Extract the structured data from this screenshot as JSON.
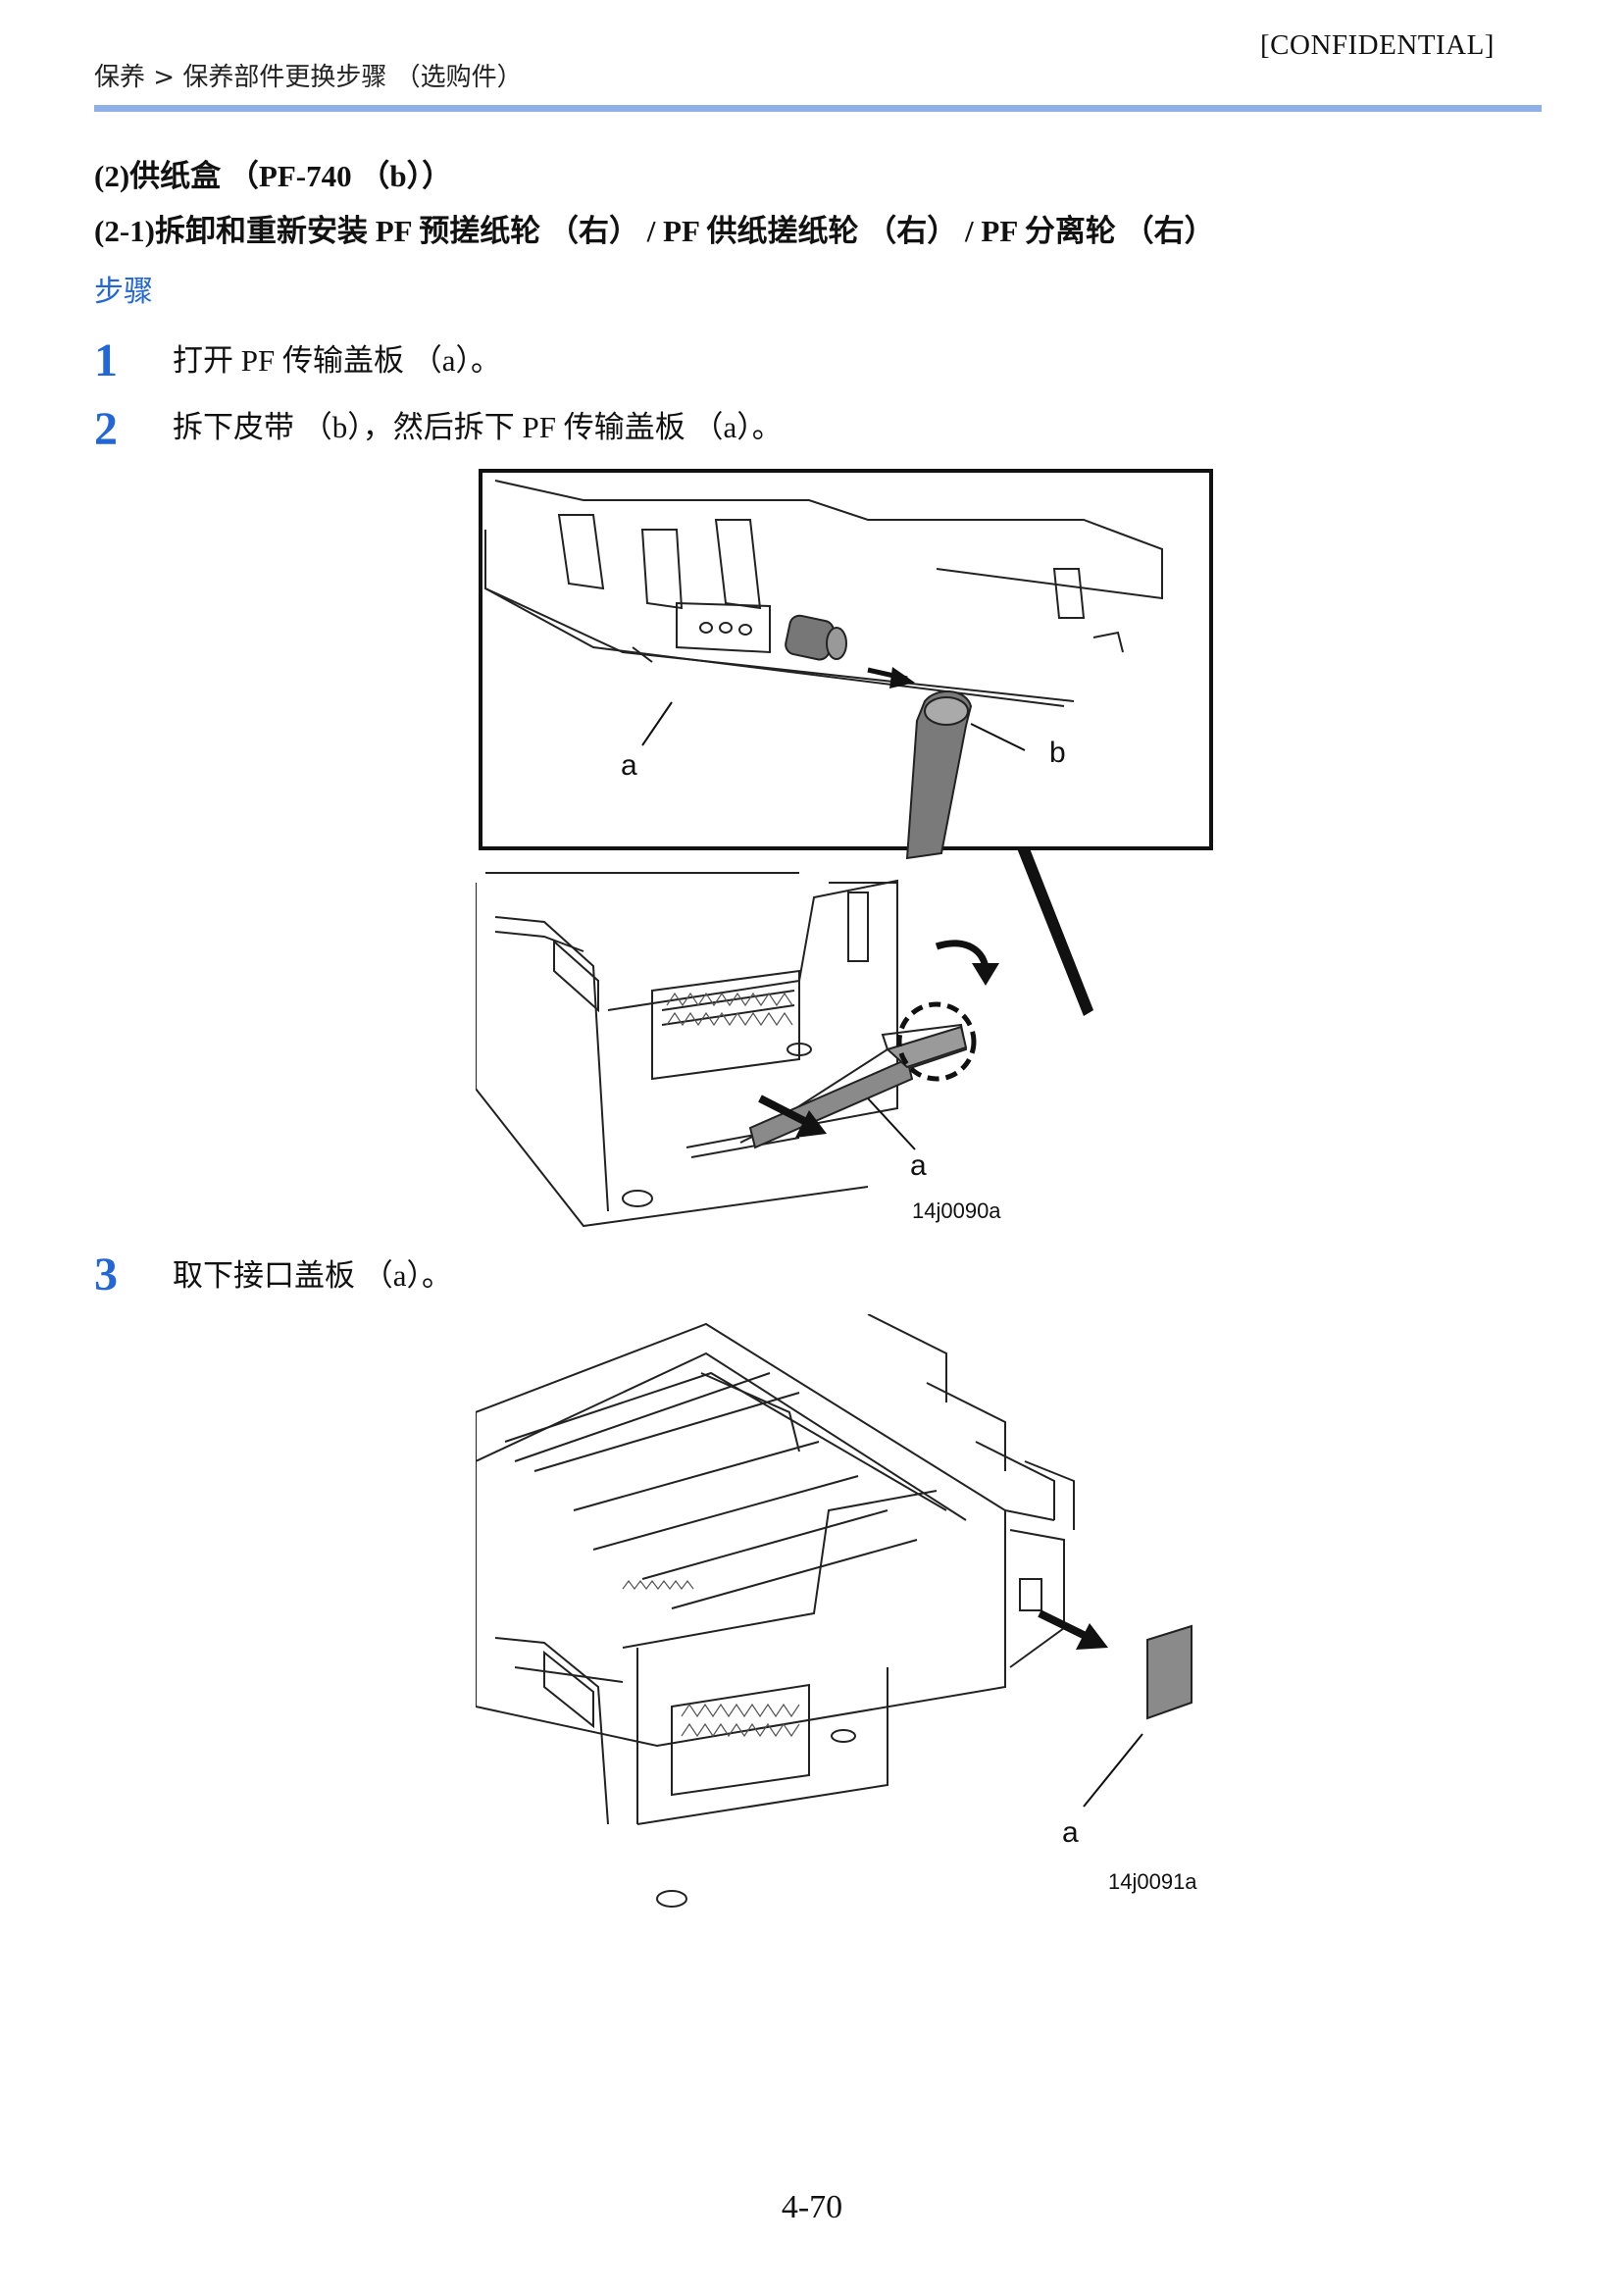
{
  "header": {
    "confidential": "[CONFIDENTIAL]",
    "breadcrumb": "保养 > 保养部件更换步骤 （选购件）"
  },
  "section": {
    "title": "(2)供纸盒 （PF-740 （b））",
    "subtitle": "(2-1)拆卸和重新安装 PF 预搓纸轮 （右） / PF 供纸搓纸轮 （右） / PF 分离轮 （右）",
    "steps_heading": "步骤"
  },
  "steps": [
    {
      "num": "1",
      "text": "打开 PF 传输盖板 （a）。"
    },
    {
      "num": "2",
      "text": "拆下皮带 （b），然后拆下 PF 传输盖板 （a）。"
    },
    {
      "num": "3",
      "text": "取下接口盖板 （a）。"
    }
  ],
  "figures": [
    {
      "id": "14j0090a",
      "labels": [
        "a",
        "b",
        "a"
      ]
    },
    {
      "id": "14j0091a",
      "labels": [
        "a"
      ]
    }
  ],
  "footer": {
    "page_number": "4-70"
  }
}
